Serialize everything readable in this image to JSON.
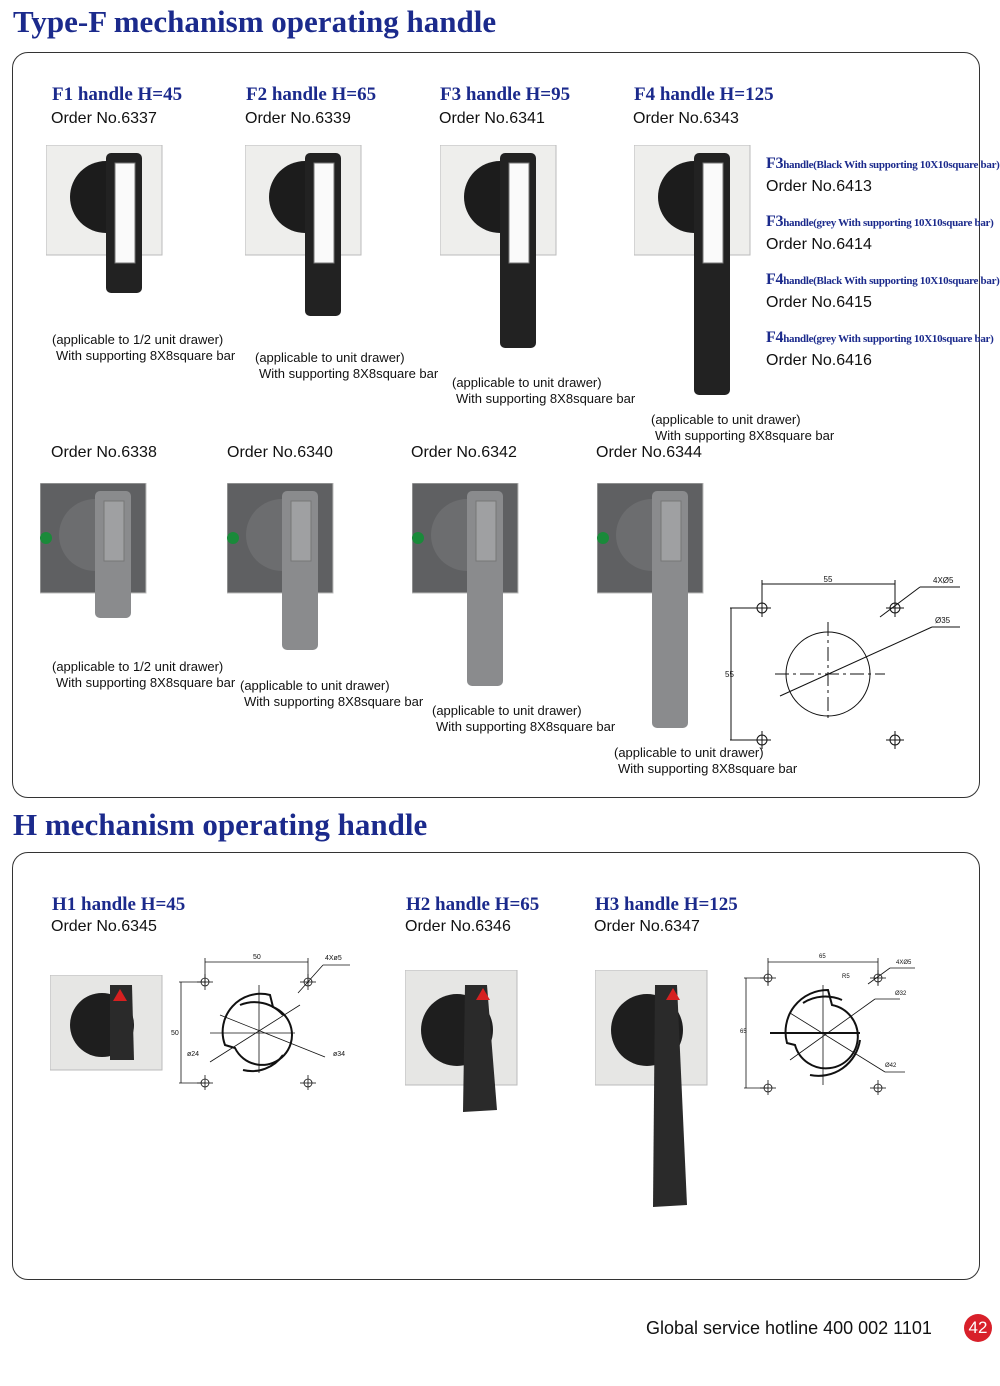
{
  "section_f": {
    "title": "Type-F mechanism operating handle",
    "black_handles": [
      {
        "heading": "F1 handle H=45",
        "order": "Order No.6337",
        "caption1": "(applicable to 1/2 unit drawer)",
        "caption2": "With supporting 8X8square bar"
      },
      {
        "heading": "F2 handle H=65",
        "order": "Order No.6339",
        "caption1": "(applicable to unit drawer)",
        "caption2": "With supporting 8X8square bar"
      },
      {
        "heading": "F3 handle H=95",
        "order": "Order No.6341",
        "caption1": "(applicable to unit drawer)",
        "caption2": "With supporting 8X8square bar"
      },
      {
        "heading": "F4 handle H=125",
        "order": "Order No.6343",
        "caption1": "(applicable to unit drawer)",
        "caption2": "With supporting 8X8square bar"
      }
    ],
    "variants": [
      {
        "model": "F3",
        "desc": "handle(Black  With supporting 10X10square bar)",
        "order": "Order No.6413"
      },
      {
        "model": "F3",
        "desc": "handle(grey  With supporting 10X10square bar)",
        "order": "Order No.6414"
      },
      {
        "model": "F4",
        "desc": "handle(Black  With supporting 10X10square bar)",
        "order": "Order No.6415"
      },
      {
        "model": "F4",
        "desc": "handle(grey  With supporting 10X10square bar)",
        "order": "Order No.6416"
      }
    ],
    "grey_handles": [
      {
        "order": "Order No.6338",
        "caption1": "(applicable to 1/2 unit drawer)",
        "caption2": "With supporting 8X8square bar"
      },
      {
        "order": "Order No.6340",
        "caption1": "(applicable to unit drawer)",
        "caption2": "With supporting 8X8square bar"
      },
      {
        "order": "Order No.6342",
        "caption1": "(applicable to unit drawer)",
        "caption2": "With supporting 8X8square bar"
      },
      {
        "order": "Order No.6344",
        "caption1": "(applicable to unit drawer)",
        "caption2": "With supporting 8X8square bar"
      }
    ],
    "drawing": {
      "width": "55",
      "height": "55",
      "holes": "4XØ5",
      "diameter": "Ø35"
    }
  },
  "section_h": {
    "title": "H mechanism operating handle",
    "handles": [
      {
        "heading": "H1 handle H=45",
        "order": "Order No.6345"
      },
      {
        "heading": "H2 handle H=65",
        "order": "Order No.6346"
      },
      {
        "heading": "H3 handle H=125",
        "order": "Order No.6347"
      }
    ],
    "drawing_h1": {
      "width": "50",
      "height": "50",
      "holes": "4Xø5",
      "inner": "ø24",
      "outer": "ø34"
    },
    "drawing_h3": {
      "width": "65",
      "height": "65",
      "holes": "4XØ5",
      "radius": "R5",
      "inner": "Ø32",
      "outer": "Ø42"
    }
  },
  "footer": {
    "hotline": "Global service hotline  400 002 1101",
    "page": "42"
  },
  "colors": {
    "heading": "#1b2a8c",
    "page_badge": "#d8202a"
  }
}
